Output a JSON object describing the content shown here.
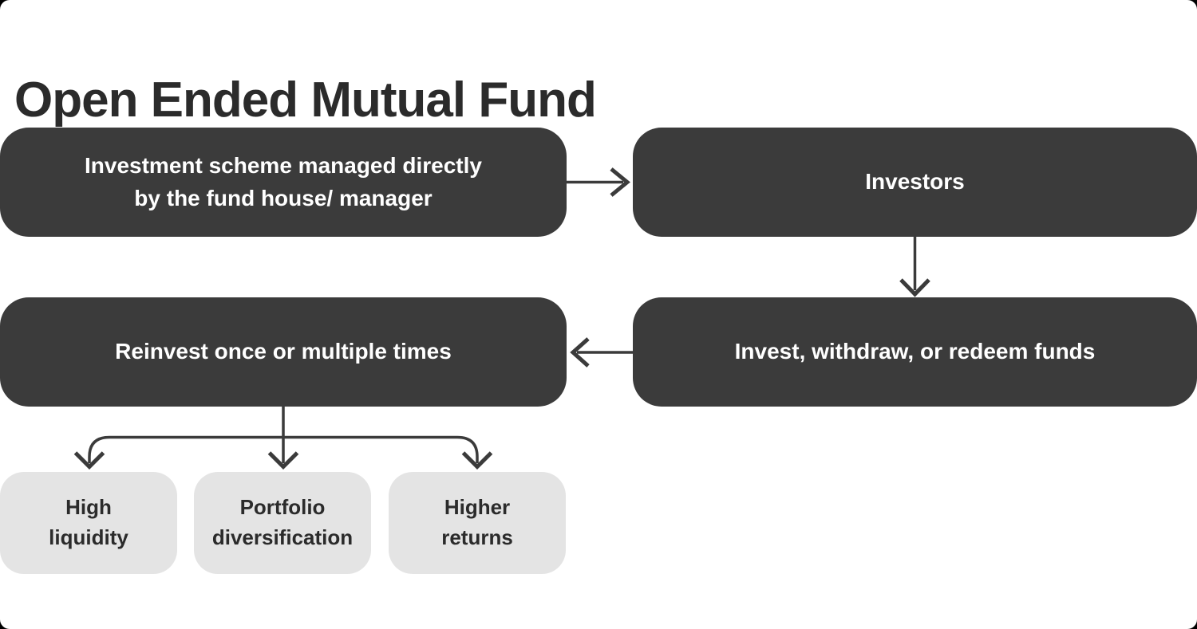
{
  "title": "Open Ended Mutual Fund",
  "theme": {
    "page-behind": "#000000",
    "background": "#ffffff",
    "box-dark": "#3b3b3b",
    "box-light": "#e4e4e4",
    "text-on-dark": "#ffffff",
    "text-dark": "#2b2b2b",
    "connector": "#3b3b3b"
  },
  "flow_nodes": {
    "scheme": {
      "label": [
        "Investment scheme managed directly",
        "by the fund house/ manager"
      ]
    },
    "investors": {
      "label": "Investors"
    },
    "actions": {
      "label": "Invest, withdraw, or redeem funds"
    },
    "reinvest": {
      "label": "Reinvest once or multiple times"
    }
  },
  "outcome_nodes": {
    "high_liquidity": {
      "label": [
        "High",
        "liquidity"
      ]
    },
    "portfolio_diversification": {
      "label": [
        "Portfolio",
        "diversification"
      ]
    },
    "higher_returns": {
      "label": [
        "Higher",
        "returns"
      ]
    }
  },
  "edges": [
    {
      "from": "scheme",
      "to": "investors"
    },
    {
      "from": "investors",
      "to": "actions"
    },
    {
      "from": "actions",
      "to": "reinvest"
    },
    {
      "from": "reinvest",
      "to": "high_liquidity"
    },
    {
      "from": "reinvest",
      "to": "portfolio_diversification"
    },
    {
      "from": "reinvest",
      "to": "higher_returns"
    }
  ]
}
